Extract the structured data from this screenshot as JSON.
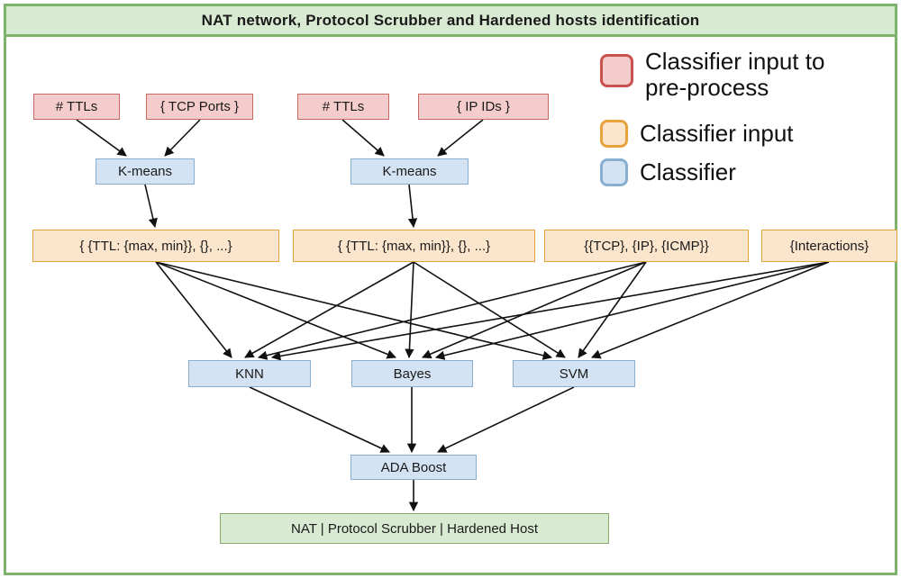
{
  "title": "NAT network, Protocol Scrubber and Hardened hosts identification",
  "legend": {
    "items": [
      {
        "label": "Classifier input to pre-process",
        "fill": "#f4cccc",
        "border": "#c9524e"
      },
      {
        "label": "Classifier input",
        "fill": "#fbe5cd",
        "border": "#e8a33d"
      },
      {
        "label": "Classifier",
        "fill": "#d4e3f3",
        "border": "#88aed0"
      }
    ]
  },
  "nodes": {
    "ttls1": "# TTLs",
    "tcp_ports": "{ TCP Ports }",
    "ttls2": "# TTLs",
    "ip_ids": "{ IP IDs }",
    "kmeans1": "K-means",
    "kmeans2": "K-means",
    "set1": "{ {TTL: {max, min}}, {}, ...}",
    "set2": "{ {TTL: {max, min}}, {}, ...}",
    "set3": "{{TCP}, {IP}, {ICMP}}",
    "set4": "{Interactions}",
    "knn": "KNN",
    "bayes": "Bayes",
    "svm": "SVM",
    "ada": "ADA Boost",
    "output": "NAT | Protocol Scrubber | Hardened Host"
  },
  "colors": {
    "frame_green": "#7db46c",
    "title_bg": "#d9ead3",
    "pre_process_fill": "#f4cccc",
    "input_fill": "#fbe5cd",
    "classifier_fill": "#d4e3f3",
    "output_fill": "#d9ead3",
    "arrow": "#111111"
  }
}
